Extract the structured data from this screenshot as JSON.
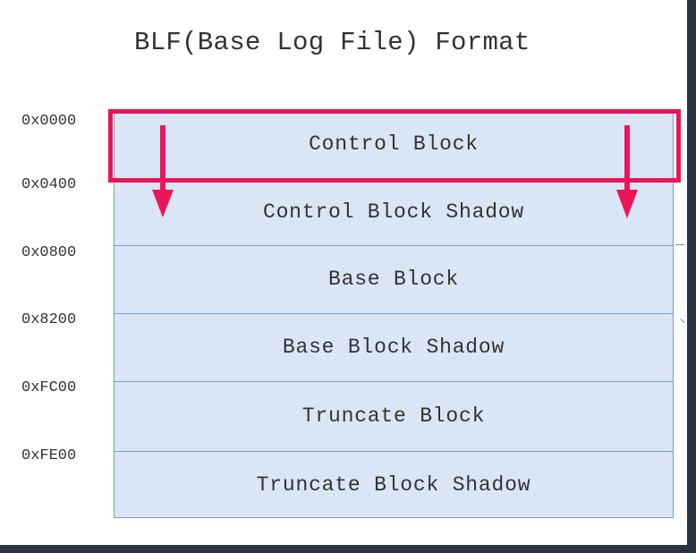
{
  "diagram": {
    "title": "BLF(Base Log File) Format",
    "offsets": [
      "0x0000",
      "0x0400",
      "0x0800",
      "0x8200",
      "0xFC00",
      "0xFE00"
    ],
    "blocks": [
      "Control Block",
      "Control Block Shadow",
      "Base Block",
      "Base Block Shadow",
      "Truncate Block",
      "Truncate Block Shadow"
    ],
    "colors": {
      "block_fill": "#dae5f6",
      "block_border": "#7f9bbd",
      "highlight": "#eb1558",
      "text": "#333333",
      "outer_border": "#2b3440"
    }
  }
}
